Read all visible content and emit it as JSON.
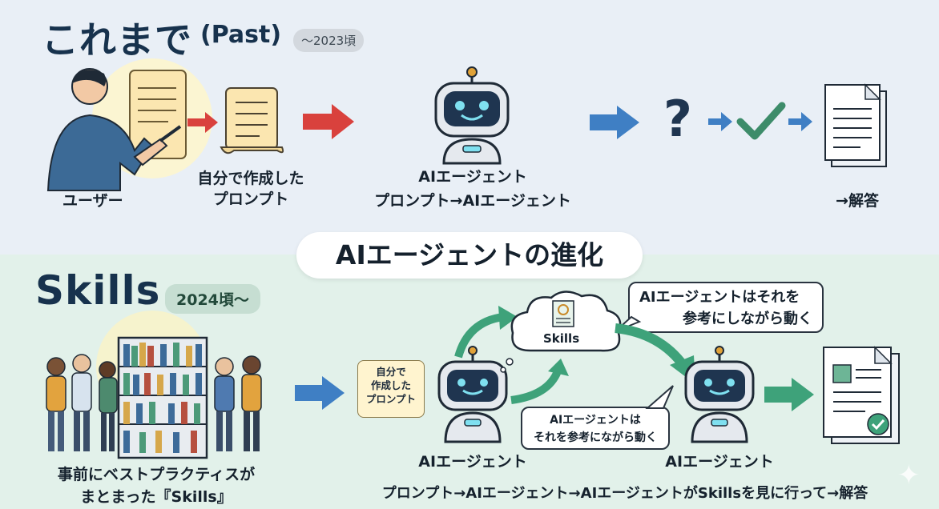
{
  "past": {
    "title": "これまで",
    "title_suffix": "(Past)",
    "era": "～2023頃",
    "user_label": "ユーザー",
    "prompt_label_line1": "自分で作成した",
    "prompt_label_line2": "プロンプト",
    "agent_label_line1": "AIエージェント",
    "agent_label_line2": "プロンプト→AIエージェント",
    "answer_label": "→解答"
  },
  "banner": "AIエージェントの進化",
  "skills": {
    "title": "Skills",
    "era": "2024頃～",
    "library_label_line1": "事前にベストプラクティスが",
    "library_label_line2": "まとまった『Skills』",
    "note_line1": "自分で",
    "note_line2": "作成した",
    "note_line3": "プロンプト",
    "cloud_label": "Skills",
    "bubble_top_line1": "AIエージェントはそれを",
    "bubble_top_line2": "参考にしながら動く",
    "bubble_mid_line1": "AIエージェントは",
    "bubble_mid_line2": "それを参考にながら動く",
    "agent1_label": "AIエージェント",
    "agent2_label": "AIエージェント",
    "flow_caption": "プロンプト→AIエージェント→AIエージェントがSkillsを見に行って→解答"
  },
  "colors": {
    "red_arrow": "#d9413d",
    "blue_arrow": "#3f7fc4",
    "green_arrow": "#3ea27a",
    "navy": "#1f3550"
  }
}
